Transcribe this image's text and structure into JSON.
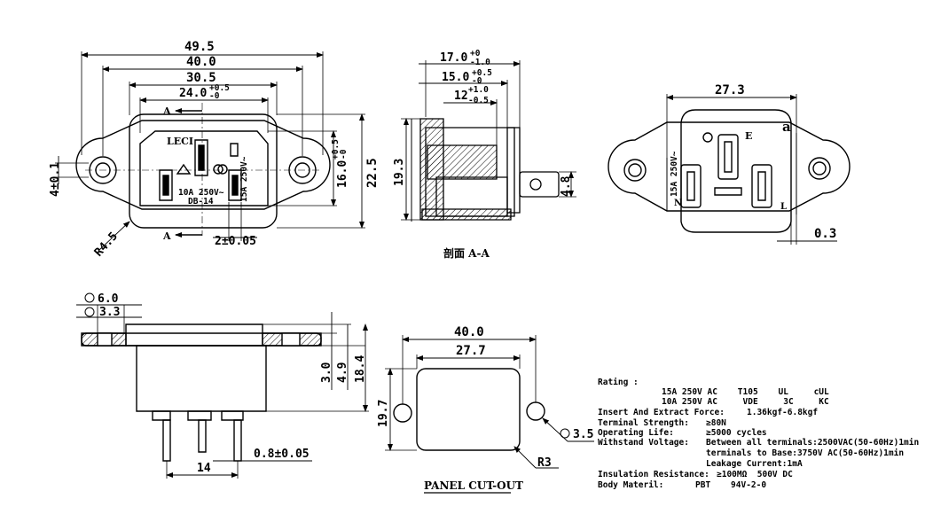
{
  "front_view": {
    "dims": {
      "w_49_5": "49.5",
      "w_40_0": "40.0",
      "w_30_5": "30.5",
      "w_24_0": "24.0",
      "tol_24": "+0.5",
      "tol_24b": "-0",
      "h_16_0": "16.0",
      "tol_16": "+0.5",
      "tol_16b": "-0",
      "h_22_5": "22.5",
      "h_4_0_1": "4±0.1",
      "r_4_5": "R4.5",
      "w_2_0_05": "2±0.05"
    },
    "section_a_top": "A",
    "section_a_bottom": "A",
    "brand": "LECI",
    "rating_10a": "10A 250V~",
    "db14": "DB-14",
    "rating_15a": "15A 250V~"
  },
  "section_view": {
    "dims": {
      "w_17": "17.0",
      "tol_17a": "+0",
      "tol_17b": "-1.0",
      "w_15": "15.0",
      "tol_15a": "+0.5",
      "tol_15b": "-0",
      "w_12": "12",
      "tol_12a": "+1.0",
      "tol_12b": "-0.5",
      "h_19_3": "19.3",
      "h_4_8": "4.8"
    },
    "caption": "剖面 A-A"
  },
  "back_view": {
    "w_27_3": "27.3",
    "label_e": "E",
    "label_n": "N",
    "label_l": "L",
    "label_a": "a",
    "gap_0_3": "0.3",
    "rating_vert": "15A 250V~"
  },
  "side_view": {
    "d_6_0": "6.0",
    "d_3_3": "3.3",
    "h_3_0": "3.0",
    "h_4_9": "4.9",
    "h_18_4": "18.4",
    "w_14": "14",
    "w_0_8": "0.8±0.05"
  },
  "cutout": {
    "w_40_0": "40.0",
    "w_27_7": "27.7",
    "h_19_7": "19.7",
    "d_3_5": "3.5",
    "r_3": "R3",
    "caption": "PANEL CUT-OUT"
  },
  "specs": {
    "rating_label": "Rating :",
    "rows": [
      "15A 250V AC    T105    UL     cUL",
      "10A 250V AC     VDE     3C     KC"
    ],
    "extract_label": "Insert And Extract Force:",
    "extract_value": "1.36kgf-6.8kgf",
    "terminal_label": "Terminal Strength:",
    "terminal_value": "≥80N",
    "life_label": "Operating Life:",
    "life_value": "≥5000 cycles",
    "withstand_label": "Withstand Voltage:",
    "withstand_1": "Between all terminals:2500VAC(50-60Hz)1min",
    "withstand_2": "terminals to Base:3750V AC(50-60Hz)1min",
    "withstand_3": "Leakage Current:1mA",
    "insulation_label": "Insulation Resistance:",
    "insulation_value": "≥100MΩ  500V DC",
    "material_label": "Body Materil:",
    "material_value": "PBT    94V-2-0"
  }
}
